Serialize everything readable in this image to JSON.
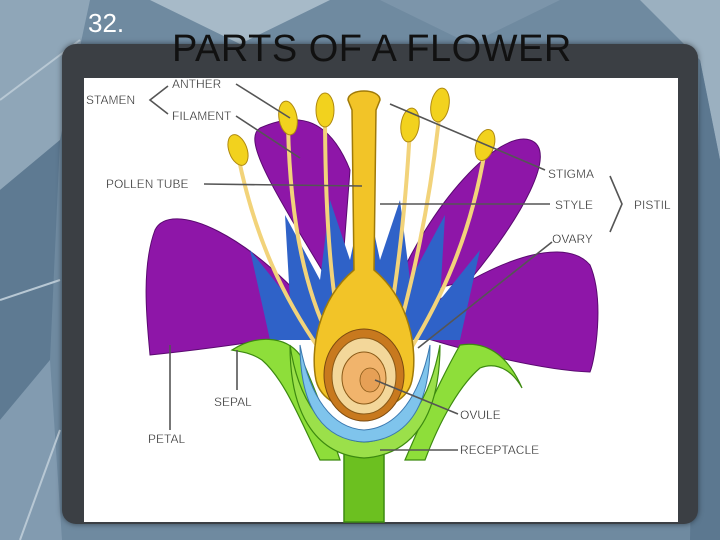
{
  "slide": {
    "number": "32.",
    "title": "PARTS OF A FLOWER"
  },
  "labels": {
    "anther": "ANTHER",
    "stamen": "STAMEN",
    "filament": "FILAMENT",
    "pollen_tube": "POLLEN TUBE",
    "stigma": "STIGMA",
    "style": "STYLE",
    "pistil": "PISTIL",
    "ovary": "OVARY",
    "sepal": "SEPAL",
    "petal": "PETAL",
    "ovule": "OVULE",
    "receptacle": "RECEPTACLE"
  },
  "colors": {
    "petal": "#8e16a8",
    "petal_dark": "#6e0d86",
    "sepal": "#8ede3a",
    "receptacle": "#9be04a",
    "stem": "#6cc020",
    "inner_blue": "#7fc4ec",
    "spikes": "#2f62c8",
    "pistil": "#f2c428",
    "ovary_fill": "#f3d79a",
    "ovule_fill": "#f1b46c",
    "anther": "#f2d21e",
    "filament": "#f2d37a"
  }
}
